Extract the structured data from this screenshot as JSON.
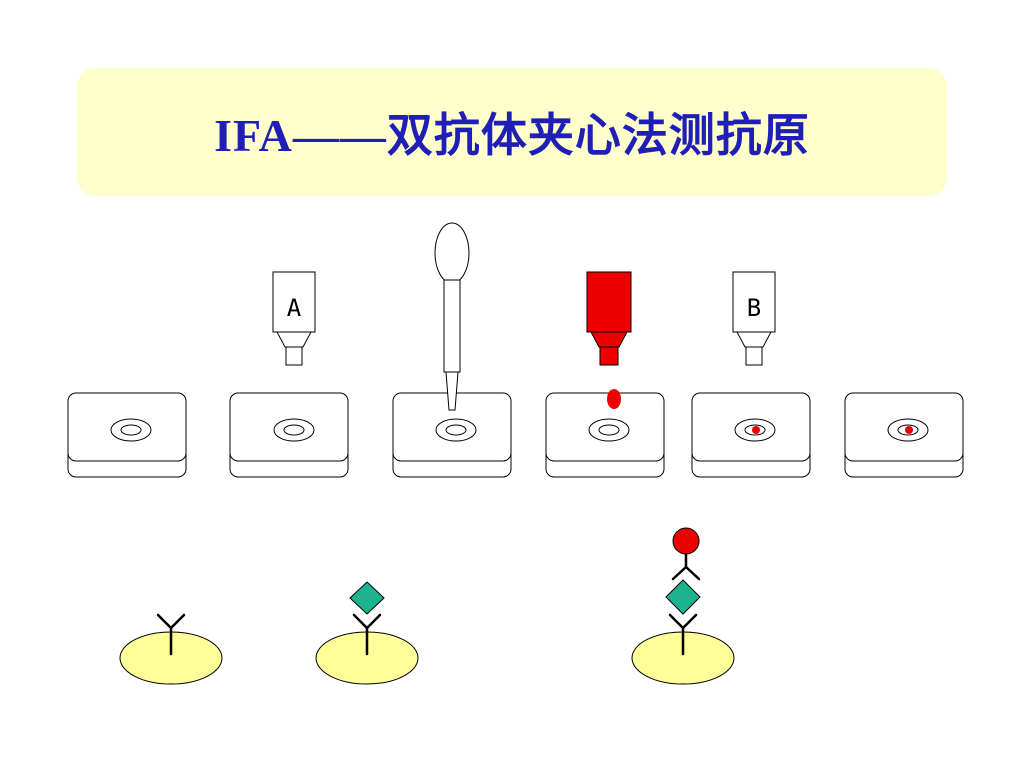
{
  "slide": {
    "title": "IFA——双抗体夹心法测抗原"
  },
  "bottles": {
    "a_label": "A",
    "b_label": "B",
    "conjugate_color": "#ee0000"
  },
  "colors": {
    "title_background": "#ffffcc",
    "title_text": "#1f1fb8",
    "antigen": "#1db38f",
    "fluorescent_label": "#ee0000",
    "carrier": "#ffff99"
  }
}
